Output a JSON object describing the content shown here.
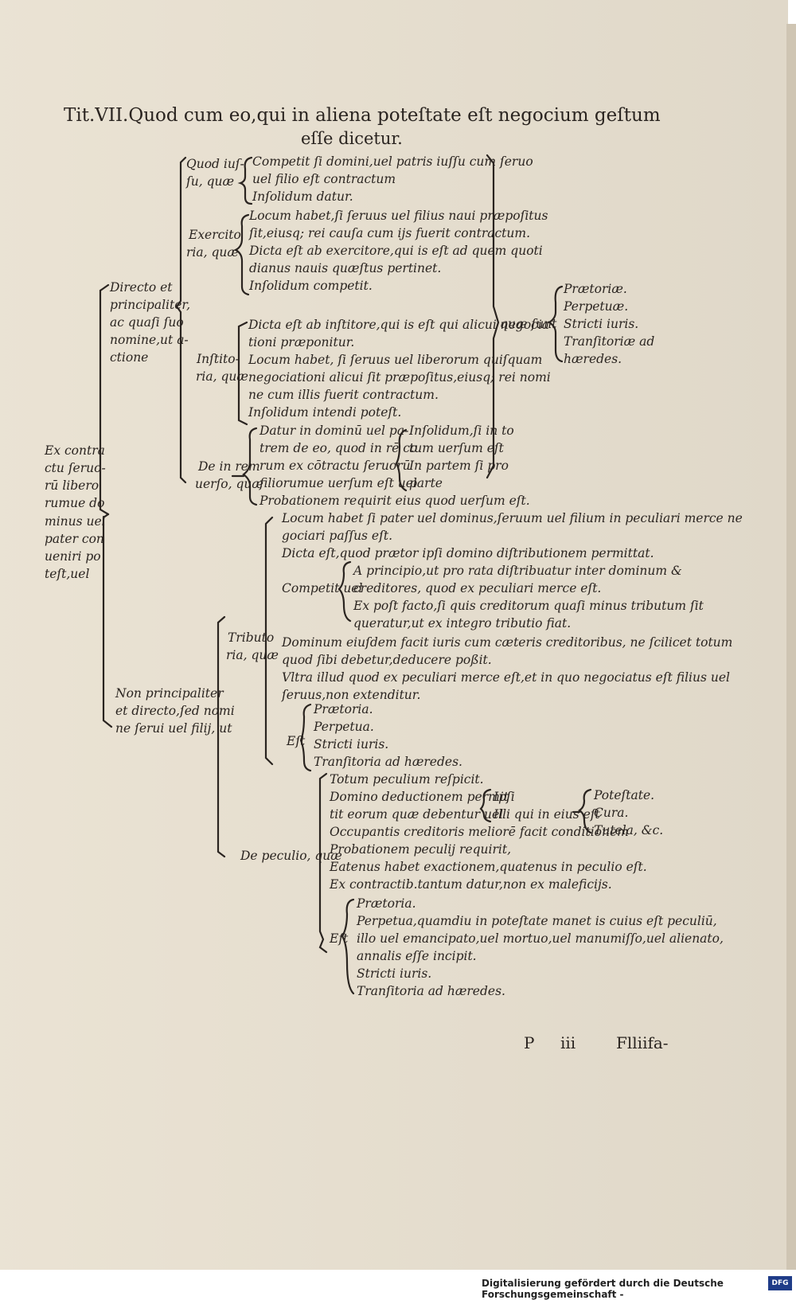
{
  "title": {
    "line1": "Tit.VII.Quod cum eo,qui in aliena poteſtate eſt negocium geſtum",
    "line2": "eſſe dicetur."
  },
  "left": {
    "ex_contractu": [
      "Ex contra",
      "ctu ſeruo-",
      "rū libero",
      "rumue do",
      "minus uel",
      "pater con",
      "ueniri po",
      "teſt,uel"
    ],
    "directo": [
      "Directo et",
      "principaliter,",
      "ac quaſi ſuo",
      "nomine,ut a-",
      "ctione"
    ],
    "non_principaliter": [
      "Non principaliter",
      "et directo,ſed nomi",
      "ne ſerui uel filij, ut"
    ]
  },
  "quod_iussu": {
    "label": [
      "Quod iuſ-",
      "ſu, quæ"
    ],
    "items": [
      "Competit ſi domini,uel patris iuſſu cum ſeruo",
      "uel filio eſt contractum",
      "Inſolidum datur."
    ]
  },
  "exercitoria": {
    "label": [
      "Exercito",
      "ria, quæ"
    ],
    "items": [
      "Locum habet,ſi ſeruus uel filius naui præpoſitus",
      "ſit,eiusq; rei cauſa cum ijs fuerit contractum.",
      "Dicta eſt ab exercitore,qui is eſt ad quem quoti",
      "dianus nauis quæſtus pertinet.",
      "Inſolidum competit."
    ]
  },
  "institoria": {
    "label": [
      "Inſtito-",
      "ria, quæ"
    ],
    "items": [
      "Dicta eſt ab inſtitore,qui is eſt qui alicui negocia",
      "tioni præponitur.",
      "Locum habet, ſi ſeruus uel liberorum quiſquam",
      "negociationi alicui ſit præpoſitus,eiusq; rei nomi",
      "ne cum illis fuerit contractum.",
      "Inſolidum intendi poteſt."
    ]
  },
  "de_in_rem_verso": {
    "label": [
      "De in rem",
      "uerſo, quæ"
    ],
    "datur": [
      "Datur in dominū uel pa-",
      "trem de eo, quod in rē co",
      "rum ex cōtractu ſeruorū",
      "filiorumue uerſum eſt uel"
    ],
    "insolidum": [
      "Inſolidum,ſi in to",
      "tum uerſum eſt"
    ],
    "in_partem": [
      "In partem ſi pro",
      "parte"
    ],
    "probationem": "Probationem requirit eius quod uerſum eſt."
  },
  "quae_sunt": {
    "label": "quæ ſunt",
    "items": [
      "Prætoriæ.",
      "Perpetuæ.",
      "Stricti iuris.",
      "Tranſitoriæ ad",
      "hæredes."
    ]
  },
  "tributoria": {
    "label": [
      "Tributo",
      "ria, quæ"
    ],
    "items": [
      "Locum habet ſi pater uel dominus,ſeruum uel filium in peculiari merce ne",
      "gociari paſſus eſt.",
      "Dicta eſt,quod prætor ipſi domino diſtributionem permittat."
    ],
    "competit_label": "Competit uel",
    "competit_a": [
      "A principio,ut pro rata diſtribuatur inter dominum &",
      "creditores, quod ex peculiari merce eſt."
    ],
    "competit_b": [
      "Ex poſt facto,ſi quis creditorum quaſi minus tributum ſit",
      "queratur,ut ex integro tributio fiat."
    ],
    "more": [
      "Dominum eiuſdem facit iuris cum cæteris creditoribus, ne ſcilicet totum",
      "quod ſibi debetur,deducere poßit.",
      "Vltra illud quod ex peculiari merce eſt,et in quo negociatus eſt filius uel",
      "ſeruus,non extenditur."
    ],
    "est_label": "Eſt",
    "est_items": [
      "Prætoria.",
      "Perpetua.",
      "Stricti iuris.",
      "Tranſitoria ad hæredes."
    ]
  },
  "de_peculio": {
    "label": "De peculio, quæ",
    "items": [
      "Totum peculium reſpicit.",
      "Domino deductionem permit",
      "tit eorum quæ debentur uel",
      "Occupantis creditoris meliorē facit conditionem",
      "Probationem peculij requirit,",
      "Eatenus habet exactionem,quatenus in peculio eſt.",
      "Ex contractib.tantum datur,non ex maleficijs."
    ],
    "ipsi": "Ipſi",
    "illi": "Illi qui in eius eſt",
    "potestate_items": [
      "Poteſtate.",
      "Cura.",
      "Tutela, &c."
    ],
    "est_label": "Eſt",
    "est_items": [
      "Prætoria.",
      "Perpetua,quamdiu in poteſtate manet is cuius eſt peculiū,",
      "illo uel emancipato,uel mortuo,uel manumiſſo,uel alienato,",
      "annalis eſſe incipit.",
      "Stricti iuris.",
      "Tranſitoria ad hæredes."
    ]
  },
  "signature": {
    "mark": "P",
    "num": "iii",
    "catch": "Flliifa-"
  },
  "footer": {
    "text": "Digitalisierung gefördert durch die Deutsche Forschungsgemeinschaft -",
    "logo": "DFG"
  }
}
